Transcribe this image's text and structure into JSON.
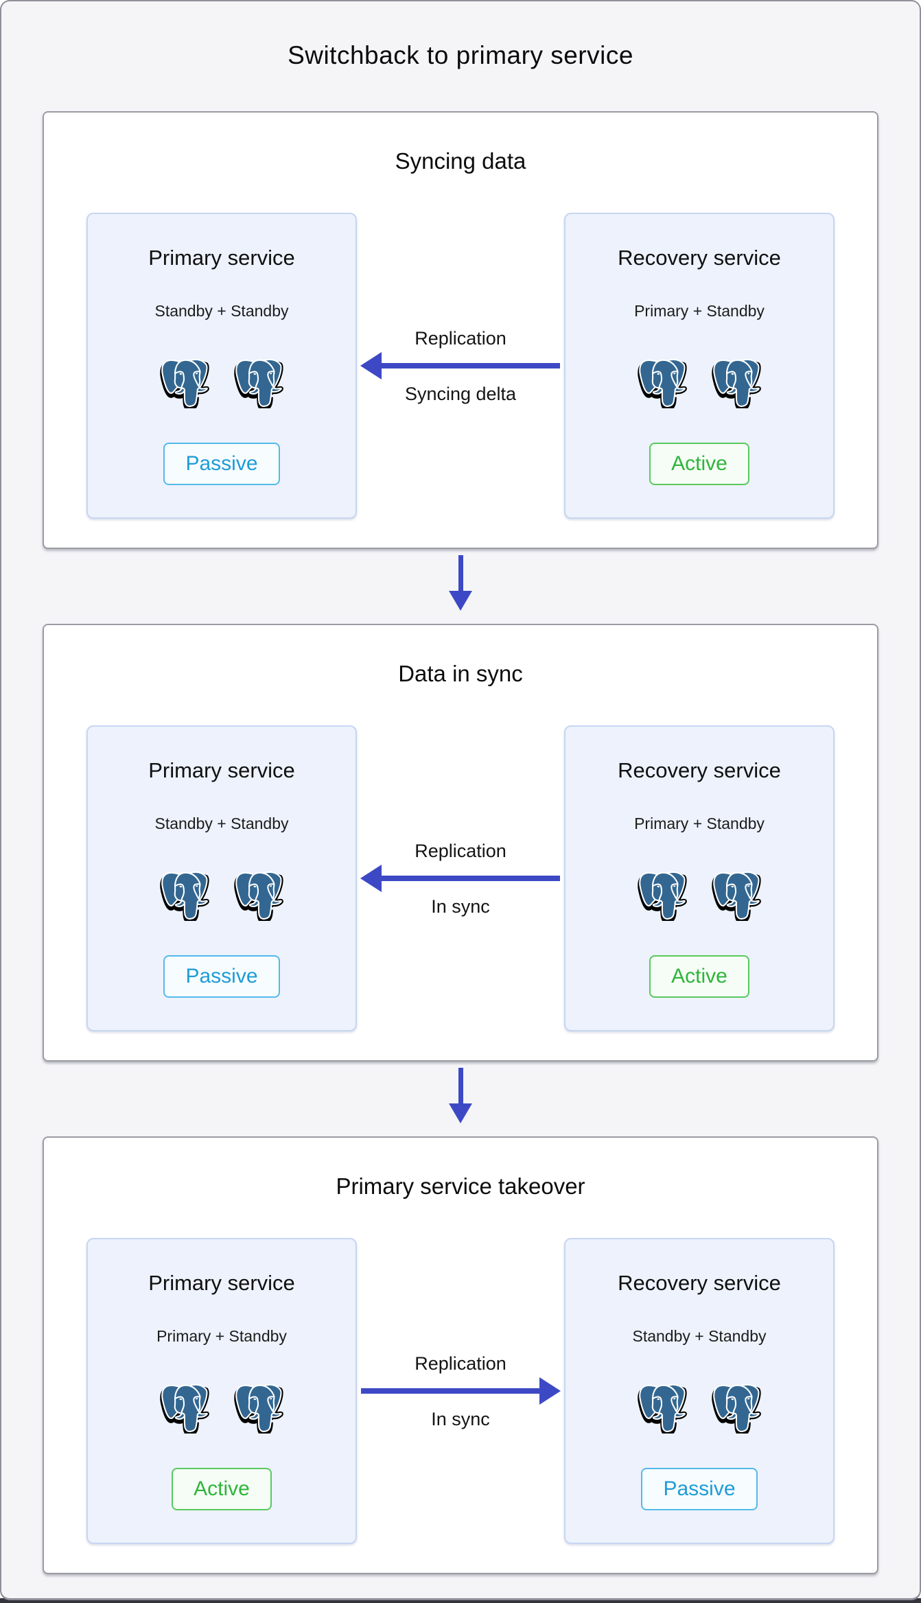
{
  "title": "Switchback to primary service",
  "colors": {
    "page_background": "#f5f5f8",
    "stage_background": "#ffffff",
    "stage_border": "#9b9ba3",
    "card_background": "#edf2fc",
    "card_border": "#c7d6f2",
    "arrow": "#3d49c4",
    "passive_text": "#1e9cd7",
    "passive_border": "#54b9e9",
    "active_text": "#2eb53a",
    "active_border": "#59c95e",
    "postgres_blue": "#336791"
  },
  "icons": {
    "database": "postgresql-elephant-icon"
  },
  "stages": [
    {
      "title": "Syncing data",
      "left_card": {
        "title": "Primary service",
        "subtitle": "Standby + Standby",
        "badge": "Passive"
      },
      "right_card": {
        "title": "Recovery service",
        "subtitle": "Primary + Standby",
        "badge": "Active"
      },
      "arrow": {
        "direction": "left",
        "label_top": "Replication",
        "label_bottom": "Syncing delta"
      }
    },
    {
      "title": "Data in sync",
      "left_card": {
        "title": "Primary service",
        "subtitle": "Standby + Standby",
        "badge": "Passive"
      },
      "right_card": {
        "title": "Recovery service",
        "subtitle": "Primary + Standby",
        "badge": "Active"
      },
      "arrow": {
        "direction": "left",
        "label_top": "Replication",
        "label_bottom": "In sync"
      }
    },
    {
      "title": "Primary service takeover",
      "left_card": {
        "title": "Primary service",
        "subtitle": "Primary + Standby",
        "badge": "Active"
      },
      "right_card": {
        "title": "Recovery service",
        "subtitle": "Standby + Standby",
        "badge": "Passive"
      },
      "arrow": {
        "direction": "right",
        "label_top": "Replication",
        "label_bottom": "In sync"
      }
    }
  ]
}
